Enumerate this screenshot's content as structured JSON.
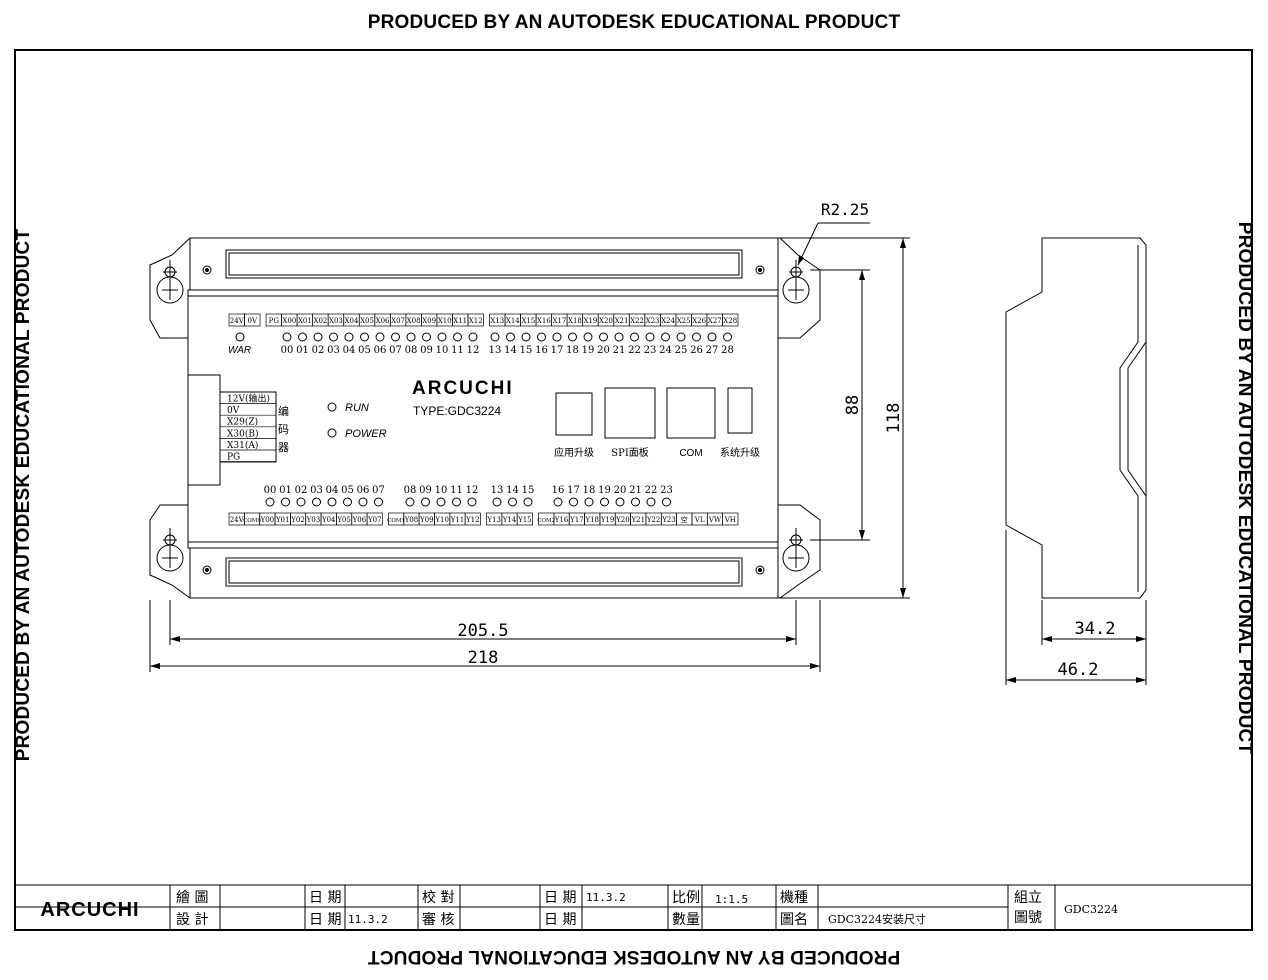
{
  "watermark": "PRODUCED BY AN AUTODESK EDUCATIONAL PRODUCT",
  "logo": "ARCUCHI",
  "type_label": "TYPE:GDC3224",
  "radius_label": "R2.25",
  "top_terminals": [
    "24V",
    "0V",
    "PG",
    "X00",
    "X01",
    "X02",
    "X03",
    "X04",
    "X05",
    "X06",
    "X07",
    "X08",
    "X09",
    "X10",
    "X11",
    "X12",
    "X13",
    "X14",
    "X15",
    "X16",
    "X17",
    "X18",
    "X19",
    "X20",
    "X21",
    "X22",
    "X23",
    "X24",
    "X25",
    "X26",
    "X27",
    "X28"
  ],
  "top_led_numbers": [
    "00",
    "01",
    "02",
    "03",
    "04",
    "05",
    "06",
    "07",
    "08",
    "09",
    "10",
    "11",
    "12",
    "13",
    "14",
    "15",
    "16",
    "17",
    "18",
    "19",
    "20",
    "21",
    "22",
    "23",
    "24",
    "25",
    "26",
    "27",
    "28"
  ],
  "war_label": "WAR",
  "bottom_terminals": [
    "24V",
    "COM0",
    "Y00",
    "Y01",
    "Y02",
    "Y03",
    "Y04",
    "Y05",
    "Y06",
    "Y07",
    "COM1",
    "Y08",
    "Y09",
    "Y10",
    "Y11",
    "Y12",
    "Y13",
    "Y14",
    "Y15",
    "COM2",
    "Y16",
    "Y17",
    "Y18",
    "Y19",
    "Y20",
    "Y21",
    "Y22",
    "Y23",
    "空",
    "VL",
    "VW",
    "VH"
  ],
  "bottom_led_numbers": [
    "00",
    "01",
    "02",
    "03",
    "04",
    "05",
    "06",
    "07",
    "08",
    "09",
    "10",
    "11",
    "12",
    "13",
    "14",
    "15",
    "16",
    "17",
    "18",
    "19",
    "20",
    "21",
    "22",
    "23"
  ],
  "encoder_rows": [
    "12V(输出)",
    "0V",
    "X29(Z)",
    "X30(B)",
    "X31(A)",
    "PG"
  ],
  "encoder_label": [
    "编",
    "码",
    "器"
  ],
  "status_leds": [
    "RUN",
    "POWER"
  ],
  "port_labels": [
    "应用升级",
    "SPI面板",
    "COM",
    "系统升级"
  ],
  "dimensions": {
    "width_inner": "205.5",
    "width_outer": "218",
    "height_inner": "88",
    "height_outer": "118",
    "depth_inner": "34.2",
    "depth_outer": "46.2"
  },
  "title_block": {
    "draw": "繪 圖",
    "design": "設 計",
    "date1": "日 期",
    "date2": "日 期",
    "date2_value": "11.3.2",
    "check": "校 對",
    "review": "審 核",
    "date3": "日 期",
    "date3_value": "11.3.2",
    "date4": "日 期",
    "scale_label": "比例",
    "scale_value": "1:1.5",
    "qty_label": "數量",
    "machine_label": "機種",
    "drawing_name_label": "圖名",
    "drawing_name_value": "GDC3224安装尺寸",
    "assembly_label_1": "組立",
    "assembly_label_2": "圖號",
    "assembly_value": "GDC3224"
  },
  "colors": {
    "line": "#000000",
    "background": "#ffffff"
  }
}
